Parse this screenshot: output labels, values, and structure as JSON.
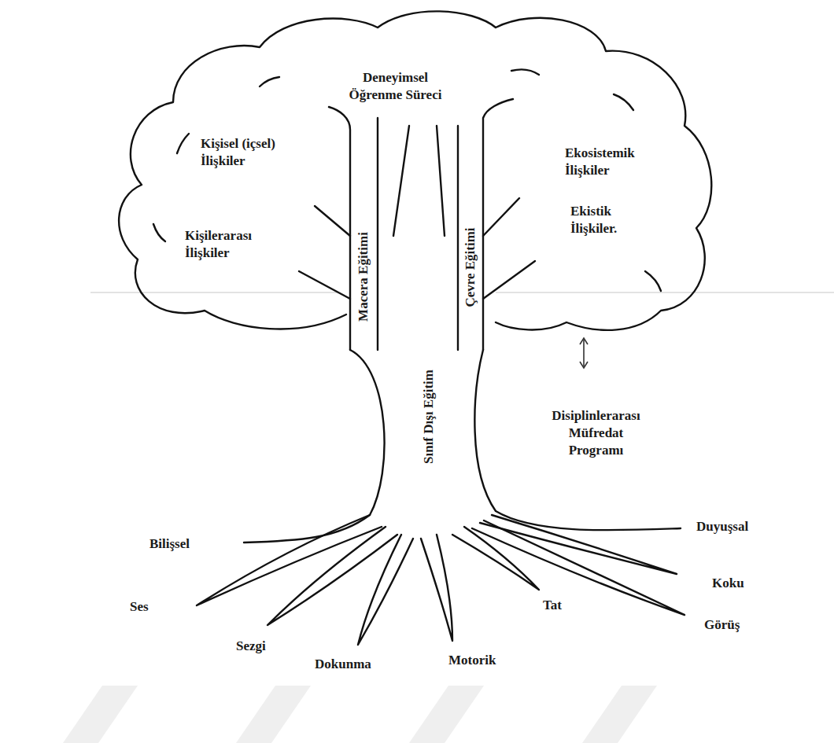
{
  "diagram": {
    "labels": [
      "Deneyimsel Öğrenme Süreci",
      "Kişisel (içsel) İlişkiler",
      "Ekosistemik İlişkiler",
      "Kişilerarası İlişkiler",
      "Ekistik İlişkiler.",
      "Macera Eğitimi",
      "Çevre Eğitimi",
      "Sınıf Dışı Eğitim",
      "Disiplinlerarası Müfredat Programı",
      "Bilişsel",
      "Duyuşsal",
      "Koku",
      "Ses",
      "Görüş",
      "Tat",
      "Sezgi",
      "Dokunma",
      "Motorik"
    ]
  }
}
